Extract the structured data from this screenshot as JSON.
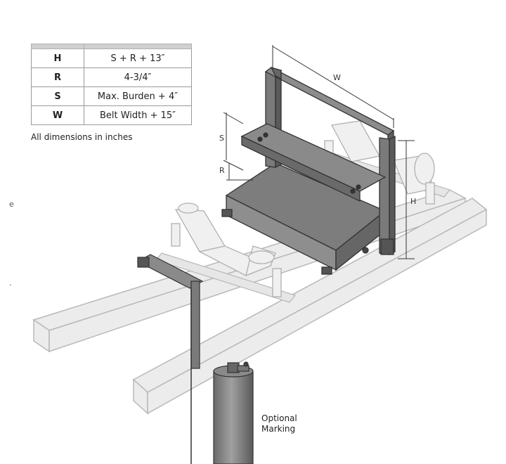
{
  "dimensions_table": {
    "rows": [
      {
        "key": "H",
        "value": "S + R + 13″"
      },
      {
        "key": "R",
        "value": "4-3/4″"
      },
      {
        "key": "S",
        "value": "Max. Burden + 4″"
      },
      {
        "key": "W",
        "value": "Belt Width + 15″"
      }
    ]
  },
  "footnote": "All dimensions in inches",
  "diagram_labels": {
    "w": "W",
    "s": "S",
    "r": "R",
    "h": "H"
  },
  "side_marks": {
    "upper": "e",
    "lower": "."
  },
  "optional_label": "Optional Marking",
  "colors": {
    "frame_dark": "#6e6e6e",
    "frame_mid": "#8a8a8a",
    "platform_top": "#7d7d7d",
    "conveyor_light": "#e8e8e8",
    "conveyor_edge": "#b8b8b8"
  }
}
